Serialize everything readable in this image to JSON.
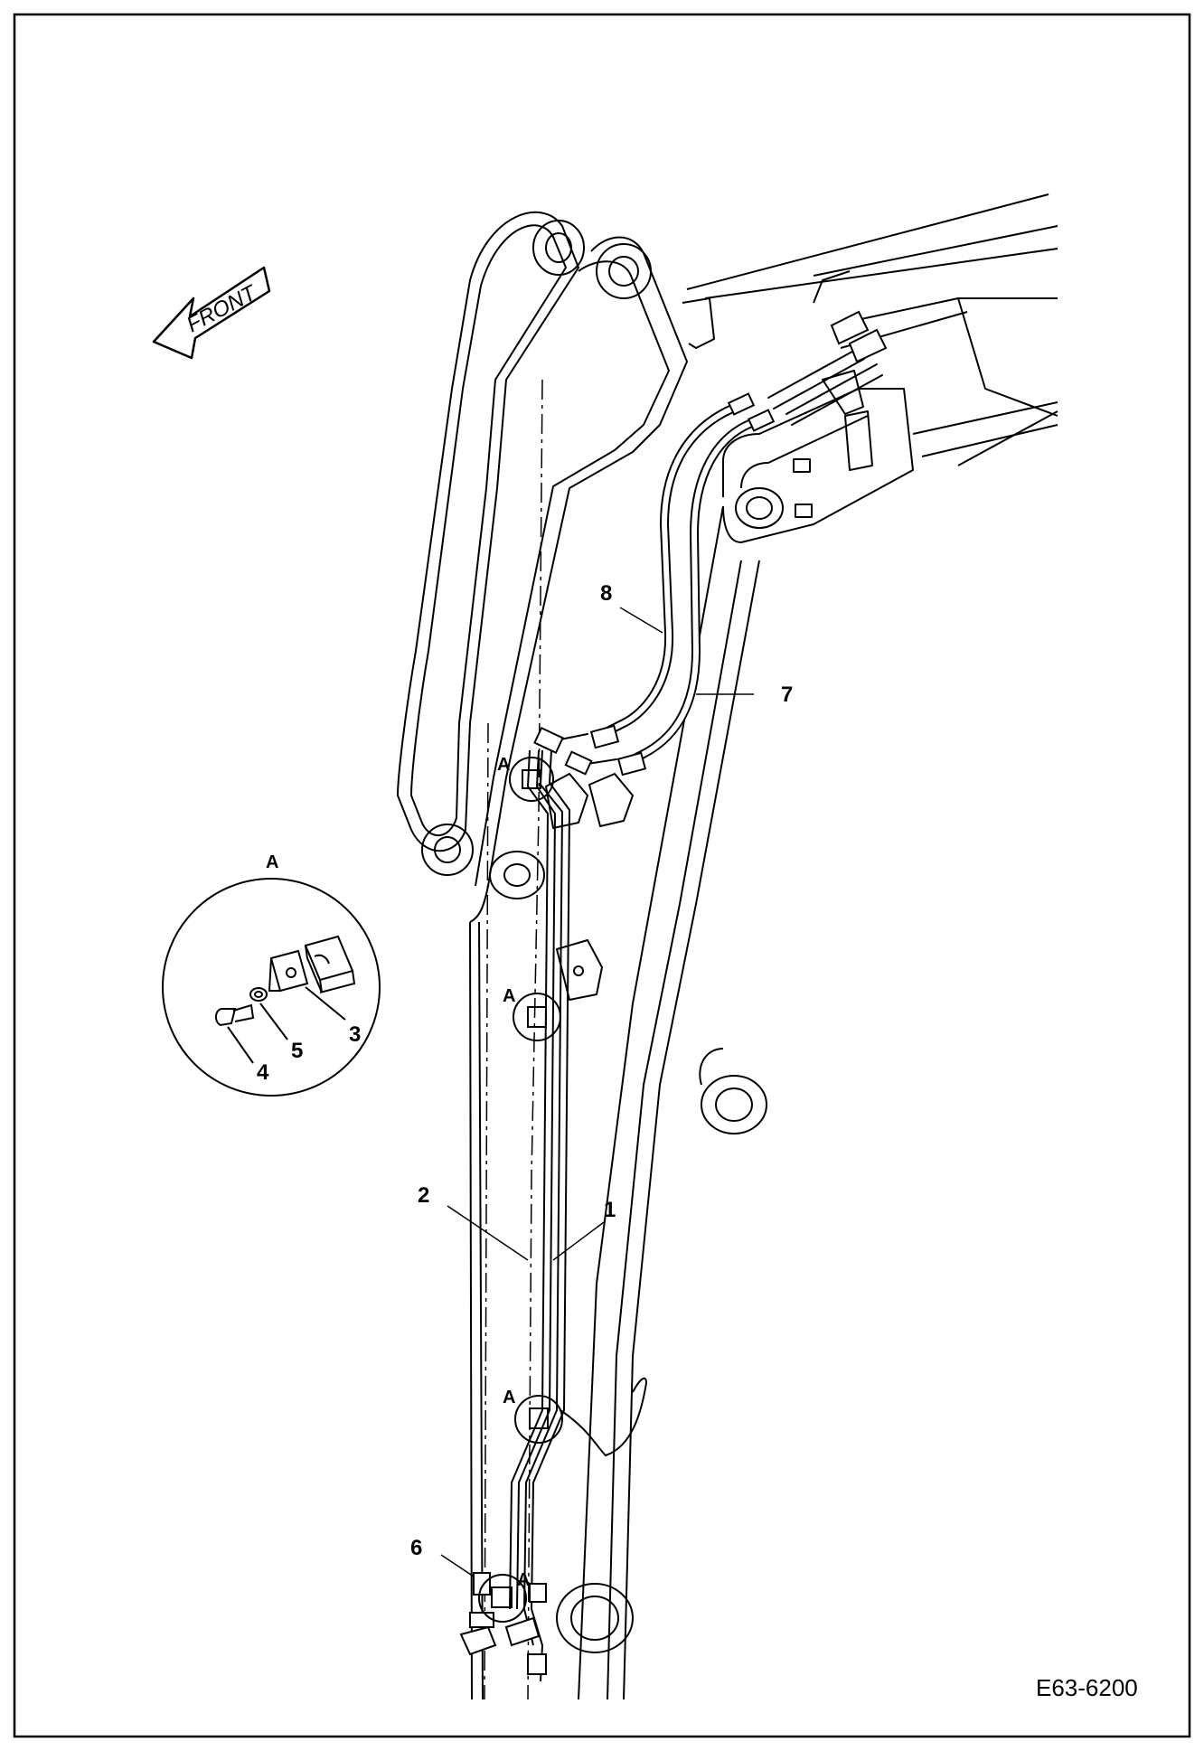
{
  "diagram": {
    "orientation_label": "FRONT",
    "detail_label": "A",
    "drawing_number": "E63-6200",
    "callouts": {
      "c1": "1",
      "c2": "2",
      "c3": "3",
      "c4": "4",
      "c5": "5",
      "c6": "6",
      "c7": "7",
      "c8": "8"
    },
    "section_markers": {
      "m1": "A",
      "m2": "A",
      "m3": "A",
      "m4": "A"
    }
  }
}
